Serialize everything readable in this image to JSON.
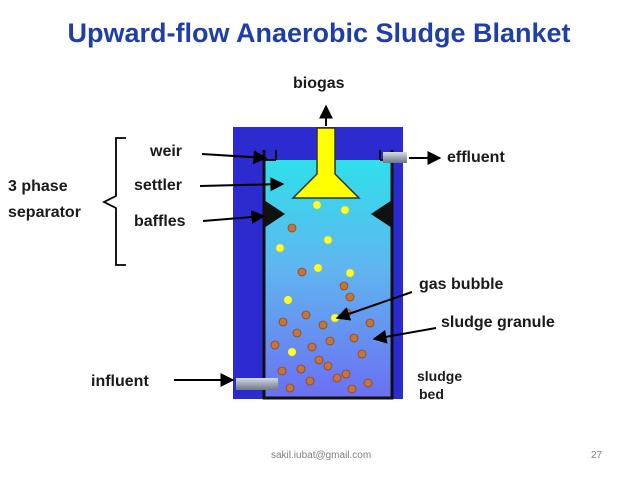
{
  "title": "Upward-flow Anaerobic Sludge Blanket",
  "labels": {
    "biogas": "biogas",
    "weir": "weir",
    "effluent": "effluent",
    "three_phase_line1": "3 phase",
    "three_phase_line2": "separator",
    "settler": "settler",
    "baffles": "baffles",
    "gas_bubble": "gas bubble",
    "sludge_granule": "sludge granule",
    "influent": "influent",
    "sludge_bed_line1": "sludge",
    "sludge_bed_line2": "bed"
  },
  "footer": {
    "email": "sakil.iubat@gmail.com",
    "page_number": "27"
  },
  "colors": {
    "title": "#1f3fa8",
    "outer_wall": "#2b2bcf",
    "bubble": "#ffff33",
    "granule": "#c8733a",
    "separator": "#ffff00",
    "pipe": "#9ea8b6"
  }
}
